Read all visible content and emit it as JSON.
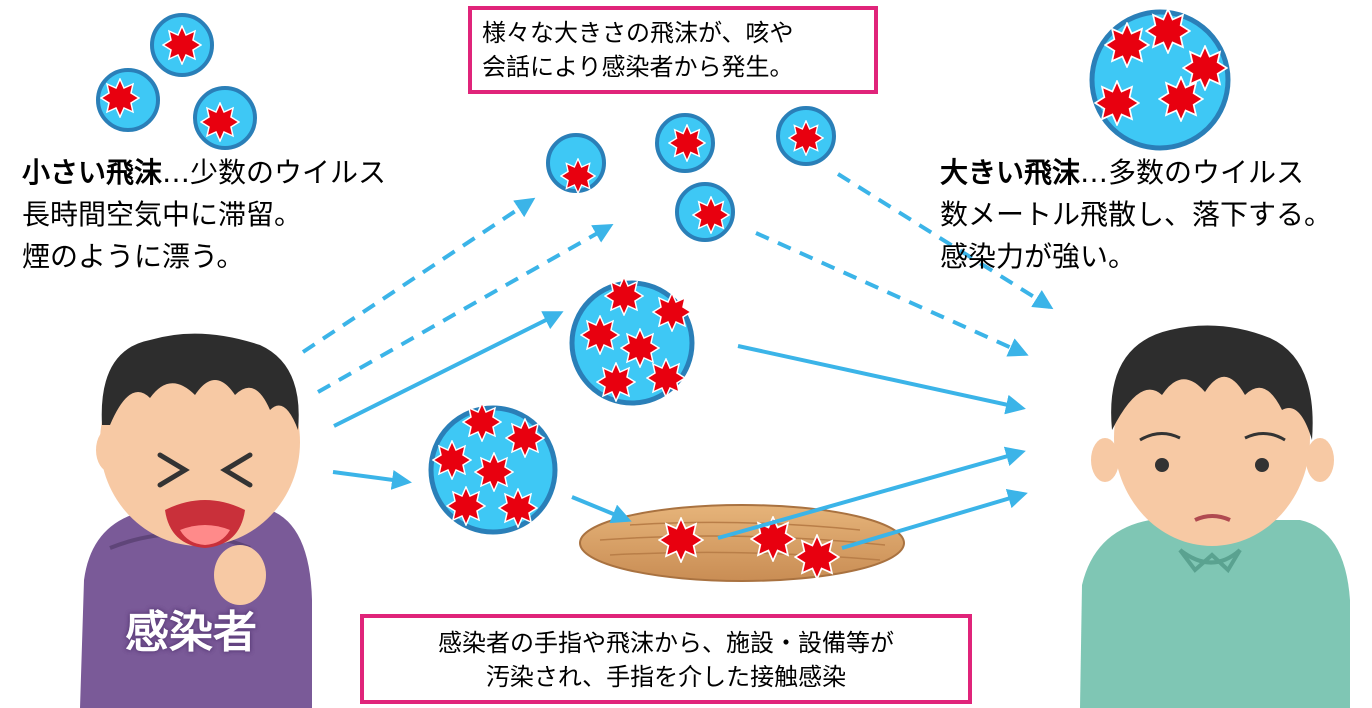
{
  "small_droplet": {
    "title": "小さい飛沫",
    "rest": "…少数のウイルス",
    "line2": "長時間空気中に滞留。",
    "line3": "煙のように漂う。"
  },
  "large_droplet": {
    "title": "大きい飛沫",
    "rest": "…多数のウイルス",
    "line2": "数メートル飛散し、落下する。",
    "line3": "感染力が強い。"
  },
  "top_note": {
    "line1": "様々な大きさの飛沫が、咳や",
    "line2": "会話により感染者から発生。"
  },
  "bottom_note": {
    "line1": "感染者の手指や飛沫から、施設・設備等が",
    "line2": "汚染され、手指を介した接触感染"
  },
  "infected_label": "感染者",
  "colors": {
    "droplet_fill": "#3ec8f5",
    "droplet_stroke": "#2a7fb8",
    "virus": "#e8000f",
    "arrow": "#3bb4e8",
    "box_border": "#e0247a",
    "table_wood": "#d9a46a",
    "infected_shirt": "#7a5a98",
    "healthy_shirt": "#7fc6b4"
  }
}
